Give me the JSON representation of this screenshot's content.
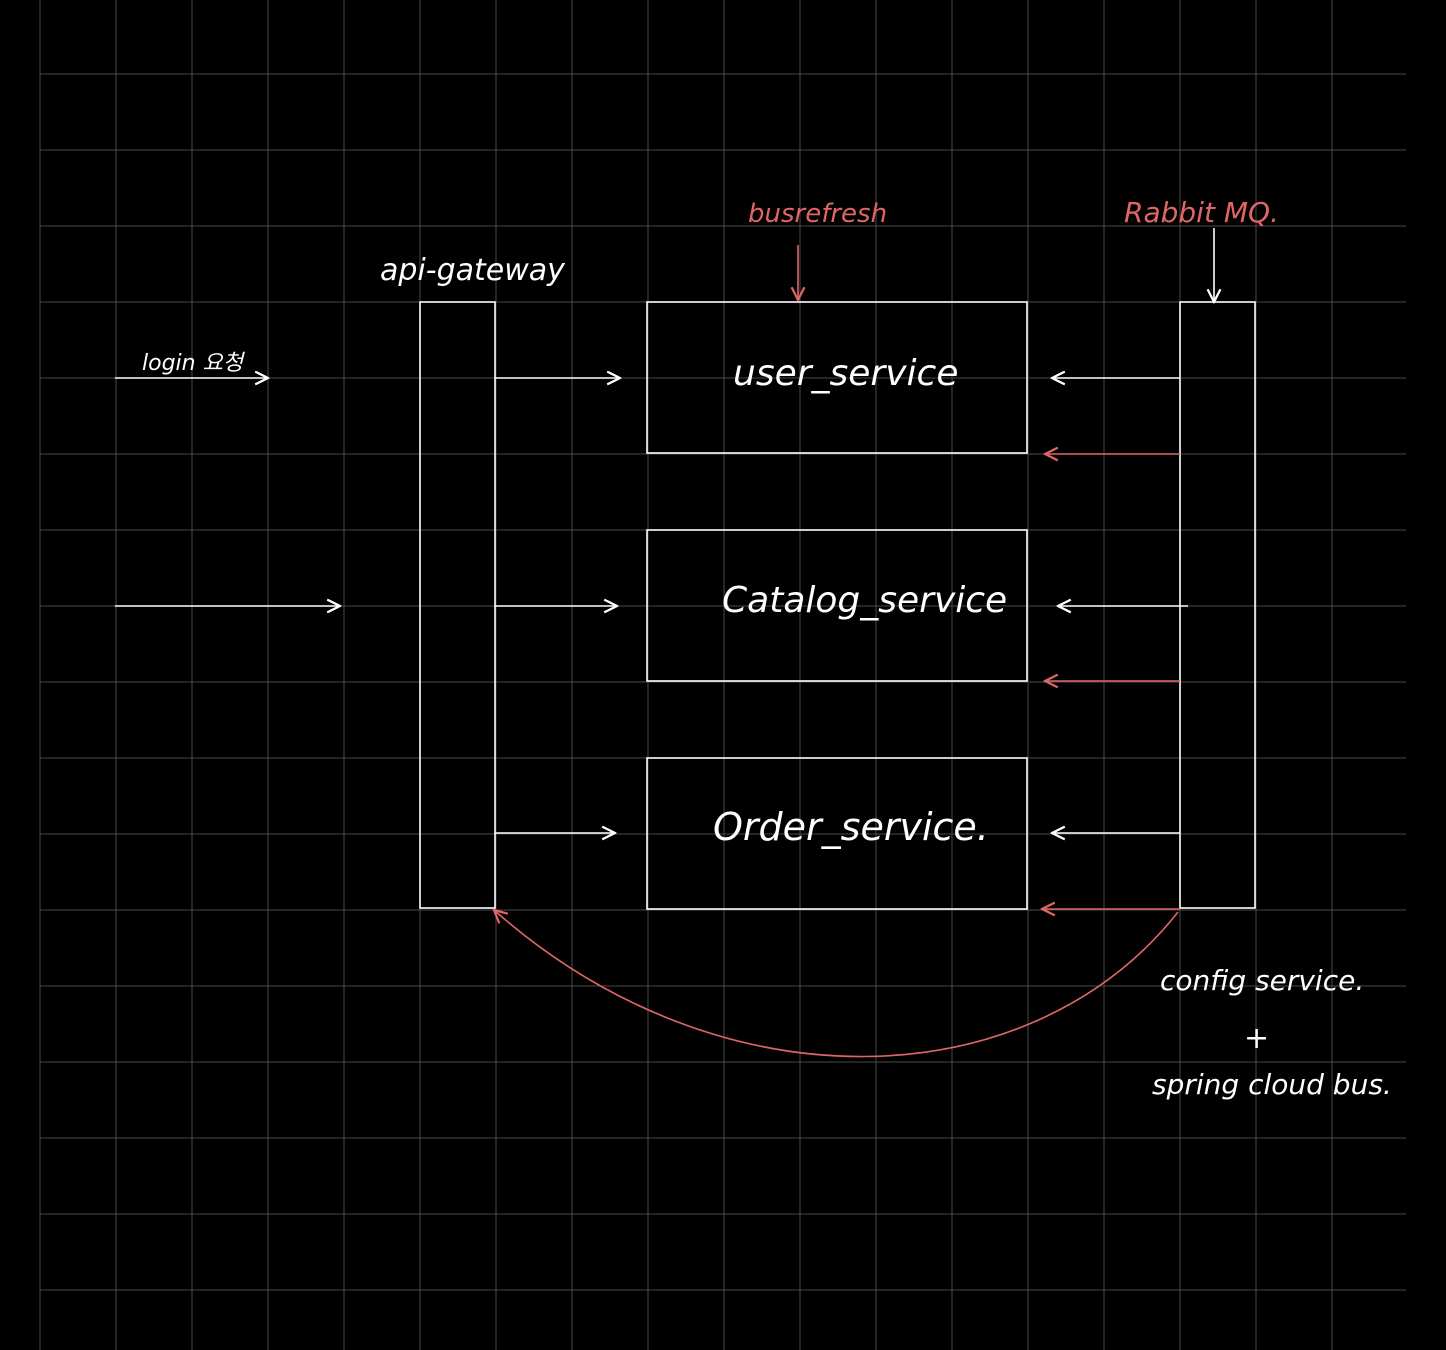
{
  "colors": {
    "background": "#000000",
    "grid": "#4a4a4a",
    "ink": "#ffffff",
    "accent": "#e06666"
  },
  "labels": {
    "api_gateway": "api-gateway",
    "login": "login 요청",
    "bus_refresh": "busrefresh",
    "rabbit_mq": "Rabbit MQ.",
    "config_line1": "config service.",
    "config_plus": "+",
    "config_line2": "spring cloud bus."
  },
  "services": [
    {
      "id": "user",
      "label": "user_service"
    },
    {
      "id": "catalog",
      "label": "Catalog_service"
    },
    {
      "id": "order",
      "label": "Order_service."
    }
  ]
}
